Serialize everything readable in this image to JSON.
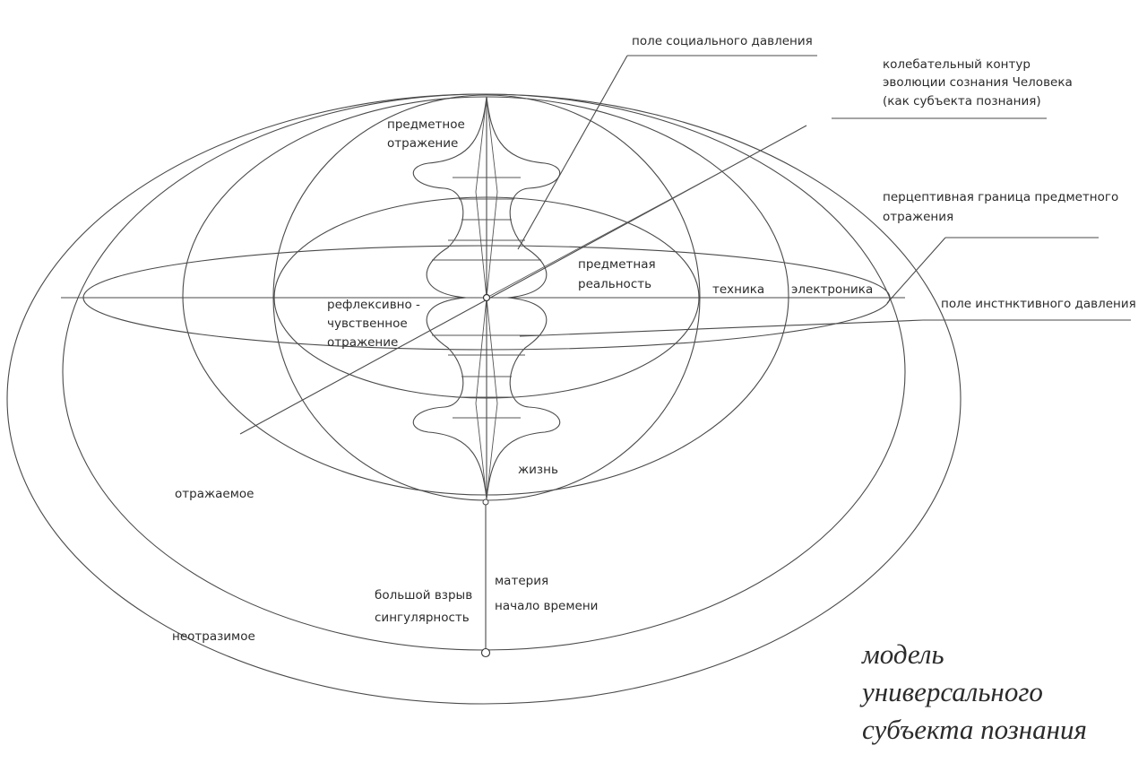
{
  "labels": {
    "social_pressure": "поле социального давления",
    "oscillating_1": "колебательный контур",
    "oscillating_2": "эволюции сознания Человека",
    "oscillating_3": "(как субъекта познания)",
    "objective_reflection_1": "предметное",
    "objective_reflection_2": "отражение",
    "perceptive_boundary_1": "перцептивная граница предметного",
    "perceptive_boundary_2": "отражения",
    "objective_reality_1": "предметная",
    "objective_reality_2": "реальность",
    "technology": "техника",
    "electronics": "электроника",
    "instinct_pressure": "поле инстнктивного давления",
    "reflexive_1": "рефлексивно -",
    "reflexive_2": "чувственное",
    "reflexive_3": "отражение",
    "life": "жизнь",
    "reflected": "отражаемое",
    "matter": "материя",
    "time_start": "начало времени",
    "big_bang": "большой взрыв",
    "singularity": "сингулярность",
    "unreflectable": "неотразимое"
  },
  "title": {
    "line1": "модель",
    "line2": "универсального",
    "line3": "субъекта познания",
    "color": "#e0201e"
  }
}
